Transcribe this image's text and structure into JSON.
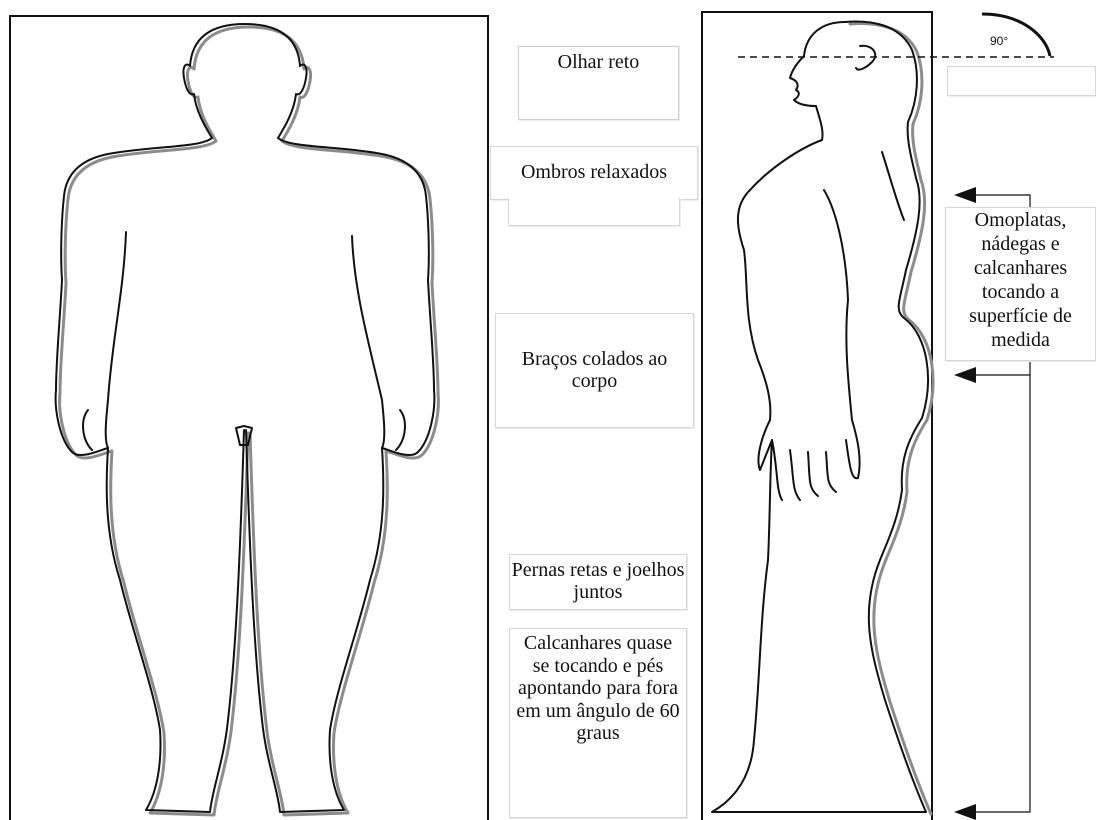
{
  "labels": {
    "gaze": "Olhar reto",
    "shoulders": "Ombros relaxados",
    "arms": "Braços colados ao corpo",
    "legs": "Pernas retas e joelhos juntos",
    "heels_feet": "Calcanhares quase se tocando e pés apontando para fora em um ângulo de 60 graus",
    "contact": "Omoplatas, nádegas e calcanhares tocando a superfície de medida",
    "angle": "90°"
  },
  "colors": {
    "outline": "#111111",
    "shadow": "#8c8c8c",
    "box_border": "#d6d6d6"
  }
}
